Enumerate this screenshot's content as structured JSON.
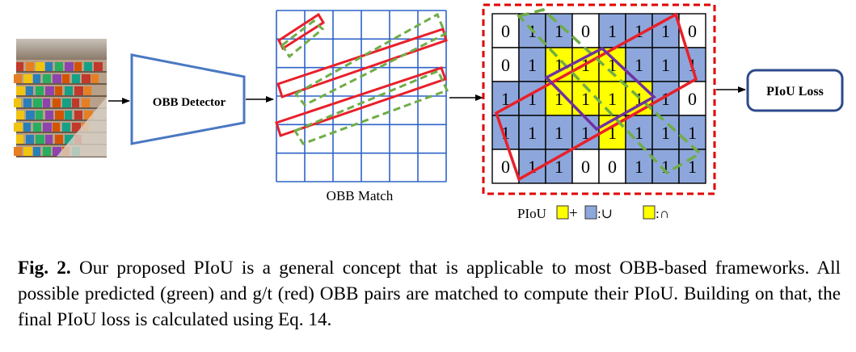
{
  "figure": {
    "detector_label": "OBB Detector",
    "match_label": "OBB Match",
    "loss_label": "PIoU Loss",
    "legend": {
      "prefix": "PIoU",
      "plus": "+",
      "union_label": ":∪",
      "intersection_label": ":∩"
    },
    "pixel_grid": [
      [
        "0",
        "1",
        "1",
        "0",
        "1",
        "1",
        "1",
        "0"
      ],
      [
        "0",
        "1",
        "1",
        "1",
        "1",
        "1",
        "1",
        "1"
      ],
      [
        "1",
        "1",
        "1",
        "1",
        "1",
        "1",
        "1",
        "0"
      ],
      [
        "1",
        "1",
        "1",
        "1",
        "1",
        "1",
        "1",
        "1"
      ],
      [
        "0",
        "1",
        "1",
        "0",
        "0",
        "1",
        "1",
        "1"
      ]
    ],
    "cell_fill": [
      [
        "w",
        "b",
        "b",
        "w",
        "b",
        "b",
        "b",
        "w"
      ],
      [
        "w",
        "b",
        "y",
        "y",
        "y",
        "b",
        "b",
        "b"
      ],
      [
        "b",
        "b",
        "y",
        "y",
        "y",
        "y",
        "b",
        "w"
      ],
      [
        "b",
        "b",
        "b",
        "b",
        "y",
        "b",
        "b",
        "b"
      ],
      [
        "w",
        "b",
        "b",
        "w",
        "w",
        "b",
        "b",
        "b"
      ]
    ],
    "colors": {
      "blue_fill": "#8da7dc",
      "yellow_fill": "#ffff00",
      "gt_red": "#e8202a",
      "pred_green": "#70ad47",
      "grid_blue": "#2e63c9",
      "purple": "#7030a0",
      "detector_border": "#4a78c2",
      "dashed_border": "#e00000"
    }
  },
  "caption": {
    "fig_label": "Fig. 2.",
    "text": "Our proposed PIoU is a general concept that is applicable to most OBB-based frameworks. All possible predicted (green) and g/t (red) OBB pairs are matched to compute their PIoU. Building on that, the final PIoU loss is calculated using Eq. 14."
  }
}
